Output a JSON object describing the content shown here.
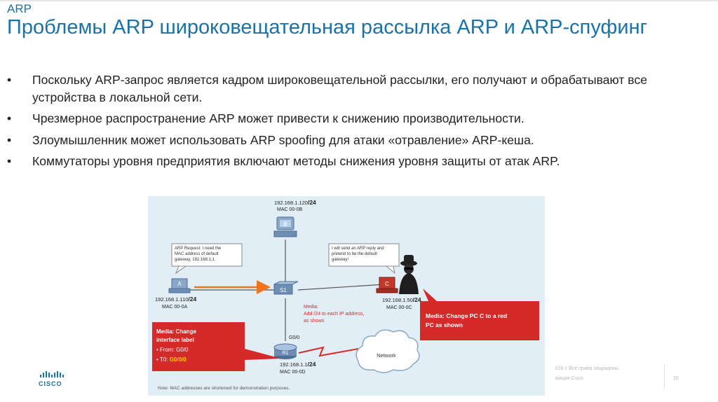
{
  "slide": {
    "kicker": "ARP",
    "title": "Проблемы ARP широковещательная рассылка ARP и ARP-спуфинг",
    "bullet_marker": "•",
    "bullets": [
      "Поскольку ARP-запрос является кадром широковещательной рассылки, его получают и обрабатывают все устройства в локальной сети.",
      "Чрезмерное распространение ARP может привести к снижению производительности.",
      "Злоумышленник может использовать ARP spoofing для атаки «отравление» ARP-кеша.",
      "Коммутаторы уровня предприятия включают методы снижения уровня защиты от атак ARP."
    ]
  },
  "figure": {
    "pc_b": {
      "ip": "192.168.1.120",
      "mask": "/24",
      "mac": "MAC 00-0B",
      "letter": "B"
    },
    "pc_a": {
      "ip": "192.168.1.110",
      "mask": "/24",
      "mac": "MAC 00-0A",
      "letter": "A"
    },
    "pc_c": {
      "ip": "192.168.1.50",
      "mask": "/24",
      "mac": "MAC 00-0C",
      "letter": "C"
    },
    "router": {
      "ip": "192.168.1.1",
      "mask": "/24",
      "mac": "MAC 00-0D",
      "letter": "R1",
      "port_g": "G0/0"
    },
    "switch": {
      "letter": "S1"
    },
    "cloud_label": "Network",
    "bubble_a": [
      "ARP Request: I need the",
      "MAC address of default",
      "gateway, 192.168.1.1"
    ],
    "bubble_c": [
      "I will send an ARP reply and",
      "pretend to be the default",
      "gateway!"
    ],
    "media_red_note": [
      "Media:",
      "Add /24 to each IP address,",
      "as shown"
    ],
    "callout_left": {
      "title_lines": [
        "Media: Change",
        "interface label"
      ],
      "from_label": "From: ",
      "from_value": "G0/0",
      "to_label": "T0: ",
      "to_value": "G0/0/0"
    },
    "callout_right": [
      "Media: Change PC C to a red",
      "PC as shown"
    ],
    "note": "Note: MAC addresses are shortened for demonstration purposes."
  },
  "footer": {
    "logo_text": "CISCO",
    "copyright": "016 г. Все права защищены.",
    "confidential": "мация Cisco",
    "page": "16"
  },
  "colors": {
    "title_blue": "#1a73a8",
    "figure_bg": "#e2eef6",
    "callout_red": "#d42a2a",
    "arrow_orange": "#f0741e"
  }
}
